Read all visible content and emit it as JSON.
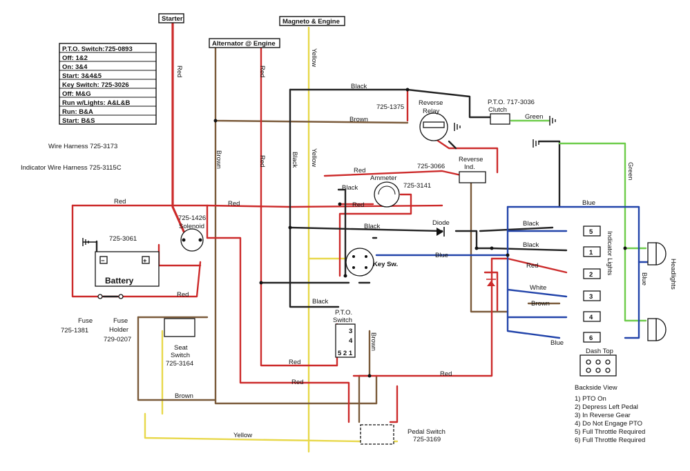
{
  "labels": {
    "starter": "Starter",
    "magneto": "Magneto & Engine",
    "alternator": "Alternator @ Engine",
    "wire_harness": "Wire Harness  725-3173",
    "indicator_harness": "Indicator Wire Harness  725-3115C",
    "solenoid_num": "725-1426",
    "solenoid": "Solenoid",
    "battery_num": "725-3061",
    "battery": "Battery",
    "fuse": "Fuse",
    "fuse_num": "725-1381",
    "fuse_holder": "Fuse",
    "fuse_holder2": "Holder",
    "fuse_holder_num": "729-0207",
    "seat_switch": "Seat",
    "seat_switch2": "Switch",
    "seat_switch_num": "725-3164",
    "reverse_relay_num": "725-1375",
    "reverse_relay": "Reverse",
    "reverse_relay2": "Relay",
    "pto_clutch_num": "P.T.O. 717-3036",
    "pto_clutch": "Clutch",
    "reverse_ind_num": "725-3066",
    "reverse_ind": "Reverse",
    "reverse_ind2": "Ind.",
    "ammeter": "Ammeter",
    "ammeter_num": "725-3141",
    "diode": "Diode",
    "key_sw": "Key Sw.",
    "pto_switch": "P.T.O.",
    "pto_switch2": "Switch",
    "pedal_switch": "Pedal Switch",
    "pedal_switch_num": "725-3169",
    "indicator_lights": "Indicator Lights",
    "headlights": "Headlights",
    "dash_top": "Dash Top",
    "backside_view": "Backside View",
    "pto_term_3": "3",
    "pto_term_4": "4",
    "pto_term_bottom": "5 2 1"
  },
  "wire_labels": {
    "red": "Red",
    "brown": "Brown",
    "black": "Black",
    "yellow": "Yellow",
    "green": "Green",
    "blue": "Blue",
    "white": "White"
  },
  "info_box": [
    "P.T.O. Switch:725-0893",
    "Off: 1&2",
    "On: 3&4",
    "Start: 3&4&5",
    "Key Switch: 725-3026",
    "Off: M&G",
    "Run w/Lights: A&L&B",
    "Run: B&A",
    "Start: B&S"
  ],
  "indicator_numbers": [
    "5",
    "1",
    "2",
    "3",
    "4",
    "6"
  ],
  "legend": [
    "1) PTO On",
    "2) Depress Left Pedal",
    "3) In Reverse Gear",
    "4) Do Not Engage PTO",
    "5) Full Throttle Required",
    "6) Full Throttle Required"
  ],
  "colors": {
    "red": "#cc2a2a",
    "brown": "#7a5a3a",
    "black": "#222222",
    "yellow": "#e8d84a",
    "green": "#6dcc4a",
    "blue": "#2244aa"
  }
}
